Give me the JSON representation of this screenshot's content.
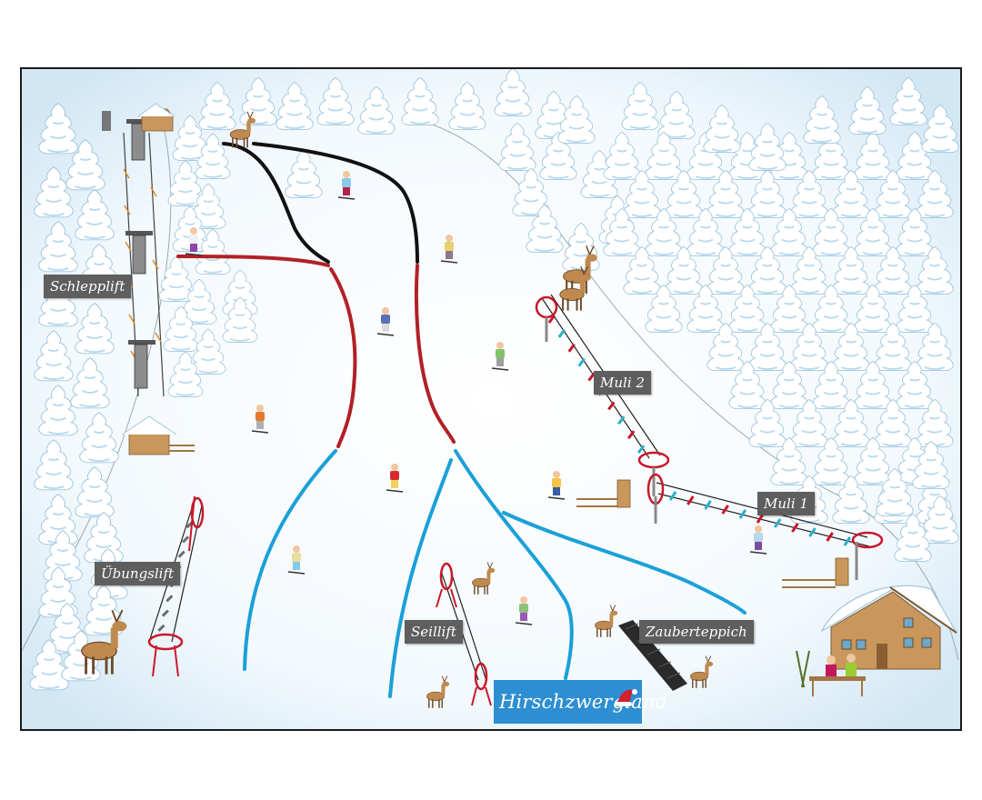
{
  "map": {
    "colors": {
      "black_run": "#111111",
      "red_run": "#b22026",
      "blue_run": "#1ba0d8",
      "lift_pole_red": "#c8182a",
      "snow_bg": "#e6f2fa",
      "tree_fill": "#ffffff",
      "tree_shadow": "#b7d9ee",
      "label_bg": "#5e5e5e",
      "logo_bg": "#2d8fd1",
      "cabin_wood": "#c9965c"
    },
    "labels": {
      "schlepplift": "Schlepplift",
      "muli2": "Muli 2",
      "muli1": "Muli 1",
      "uebungslift": "Übungslift",
      "seillift": "Seillift",
      "zauberteppich": "Zauberteppich"
    },
    "logo": {
      "text": "Hirschzwergland",
      "icon": "santa-hat-icon"
    },
    "icons": [
      "tree-icon",
      "skier-icon",
      "deer-icon",
      "cabin-icon",
      "lift-wheel-icon",
      "fence-icon",
      "bench-icon"
    ]
  }
}
